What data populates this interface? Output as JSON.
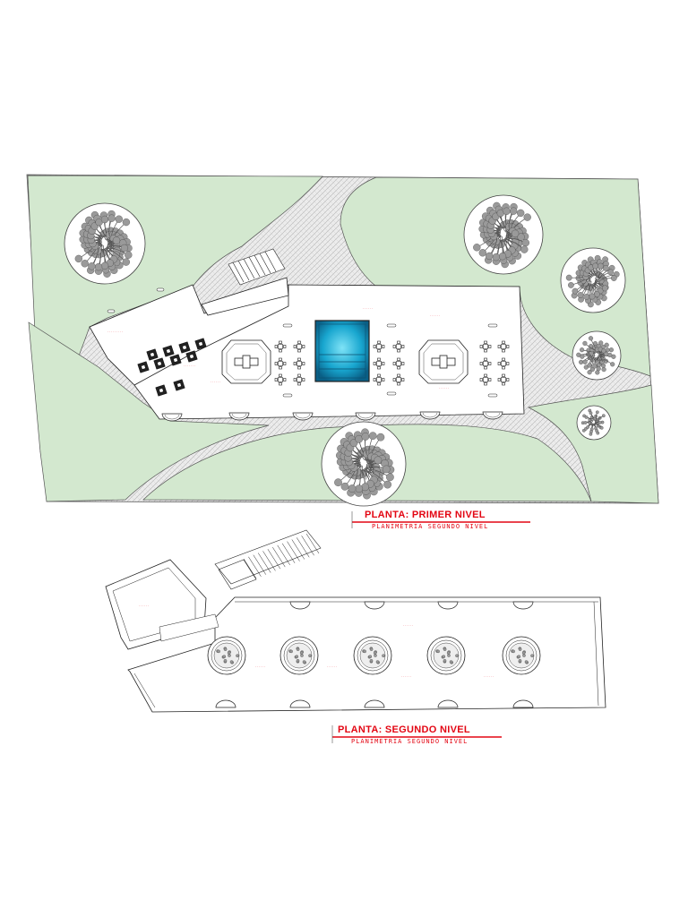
{
  "plan_first": {
    "title": "PLANTA: PRIMER NIVEL",
    "subtitle": "PLANIMETRIA SEGUNDO NIVEL"
  },
  "plan_second": {
    "title": "PLANTA: SEGUNDO NIVEL",
    "subtitle": "PLANIMETRIA SEGUNDO NIVEL"
  },
  "colors": {
    "lawn": "#d3e8cf",
    "path": "#e9e9e9",
    "line": "#222222",
    "accent": "#e30613",
    "pool": "#1aa3c8"
  }
}
